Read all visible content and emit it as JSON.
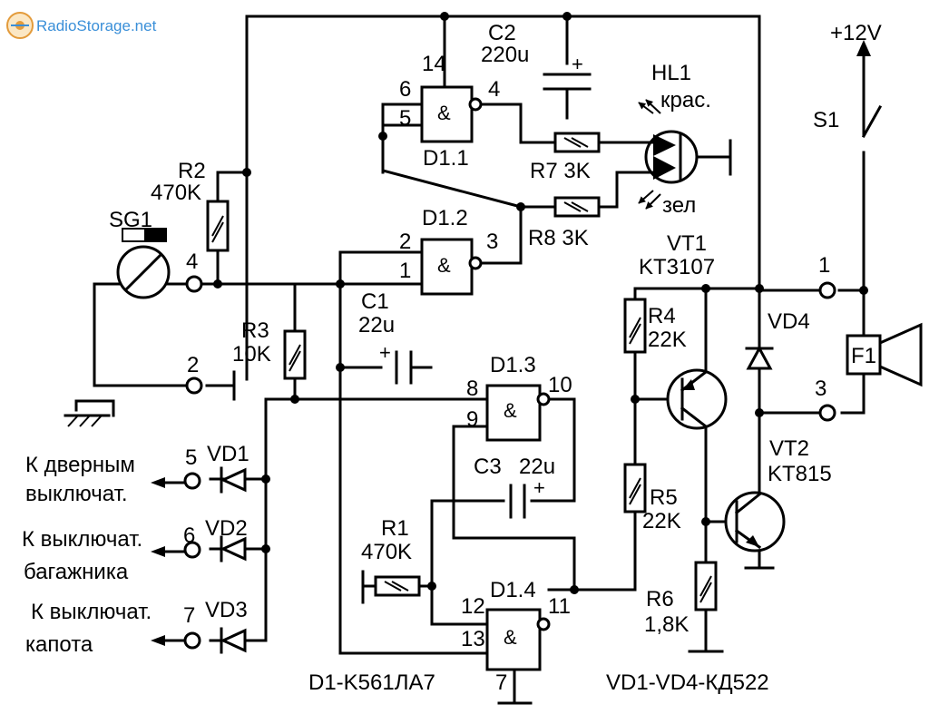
{
  "site": {
    "logo_text": "RadioStorage.net"
  },
  "power": {
    "supply": "+12V",
    "switch": "S1"
  },
  "gates": {
    "d11": {
      "name": "D1.1",
      "symbol": "&",
      "in_a": "6",
      "in_b": "5",
      "out": "4",
      "vcc_pin": "14"
    },
    "d12": {
      "name": "D1.2",
      "symbol": "&",
      "in_a": "2",
      "in_b": "1",
      "out": "3"
    },
    "d13": {
      "name": "D1.3",
      "symbol": "&",
      "in_a": "8",
      "in_b": "9",
      "out": "10"
    },
    "d14": {
      "name": "D1.4",
      "symbol": "&",
      "in_a": "12",
      "in_b": "13",
      "out": "11",
      "gnd_pin": "7"
    }
  },
  "components": {
    "c2": {
      "name": "C2",
      "value": "220u",
      "polarity": "+"
    },
    "c1": {
      "name": "C1",
      "value": "22u",
      "polarity": "+"
    },
    "c3": {
      "name": "C3",
      "value": "22u",
      "polarity": "+"
    },
    "r1": {
      "name": "R1",
      "value": "470K"
    },
    "r2": {
      "name": "R2",
      "value": "470K"
    },
    "r3": {
      "name": "R3",
      "value": "10K"
    },
    "r4": {
      "name": "R4",
      "value": "22K"
    },
    "r5": {
      "name": "R5",
      "value": "22K"
    },
    "r6": {
      "name": "R6",
      "value": "1,8K"
    },
    "r7": {
      "label": "R7 3K"
    },
    "r8": {
      "label": "R8 3K"
    },
    "hl1": {
      "name": "HL1",
      "red": "крас.",
      "green": "зел"
    },
    "sg1": {
      "name": "SG1"
    },
    "vt1": {
      "name": "VT1",
      "type": "KT3107"
    },
    "vt2": {
      "name": "VT2",
      "type": "KT815"
    },
    "vd4": {
      "name": "VD4"
    },
    "f1": {
      "name": "F1"
    }
  },
  "terminals": {
    "t1": "1",
    "t2": "2",
    "t3": "3",
    "t4": "4",
    "t5": "5",
    "t6": "6",
    "t7": "7"
  },
  "inputs": {
    "vd1": {
      "diode": "VD1",
      "line1": "К дверным",
      "line2": "выключат."
    },
    "vd2": {
      "diode": "VD2",
      "line1": "К выключат.",
      "line2": "багажника"
    },
    "vd3": {
      "diode": "VD3",
      "line1": "К выключат.",
      "line2": "капота"
    }
  },
  "notes": {
    "chip": "D1-K561ЛA7",
    "diodes": "VD1-VD4-КД522"
  }
}
